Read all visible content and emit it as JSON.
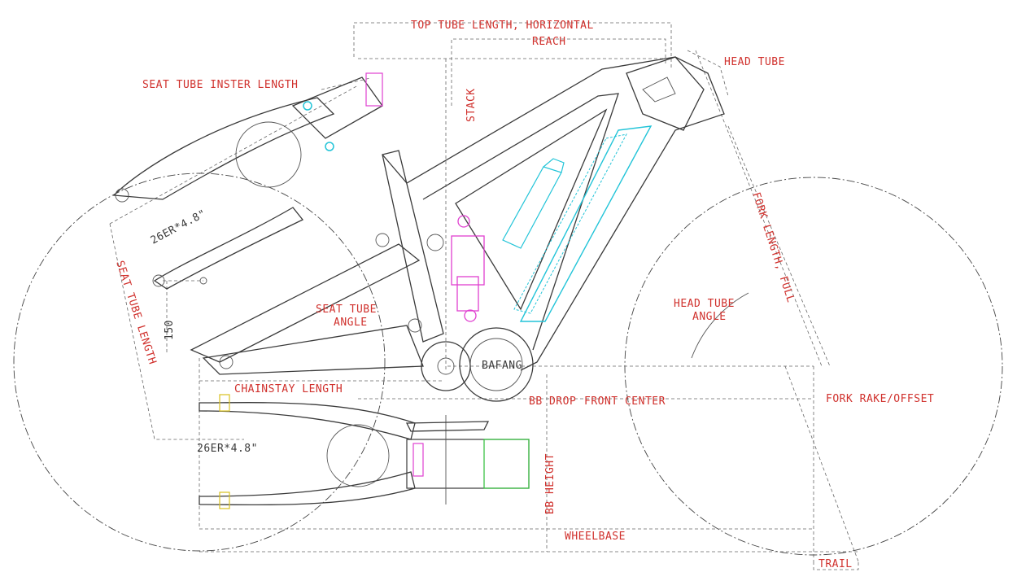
{
  "labels": {
    "top_tube": "TOP TUBE LENGTH, HORIZONTAL",
    "reach": "REACH",
    "head_tube": "HEAD TUBE",
    "seat_tube_insert": "SEAT TUBE INSTER LENGTH",
    "stack": "STACK",
    "tire_top": "26ER*4.8\"",
    "tire_bottom": "26ER*4.8\"",
    "seat_tube_length": "SEAT TUBE LENGTH",
    "dim_150": "150",
    "seat_tube_angle_1": "SEAT TUBE",
    "seat_tube_angle_2": "ANGLE",
    "fork_length": "FORK LENGTH, FULL",
    "head_tube_angle_1": "HEAD TUBE",
    "head_tube_angle_2": "ANGLE",
    "chainstay": "CHAINSTAY LENGTH",
    "bb_drop": "BB DROP",
    "front_center": "FRONT CENTER",
    "fork_rake": "FORK RAKE/OFFSET",
    "bb_height": "BB HEIGHT",
    "wheelbase": "WHEELBASE",
    "trail": "TRAIL",
    "motor_brand": "BAFANG"
  },
  "colors": {
    "label": "#d0312d",
    "line": "#3a3a3a",
    "battery": "#22c4d8",
    "shock": "#e040d0",
    "motor_outline": "#2fbf3a"
  }
}
